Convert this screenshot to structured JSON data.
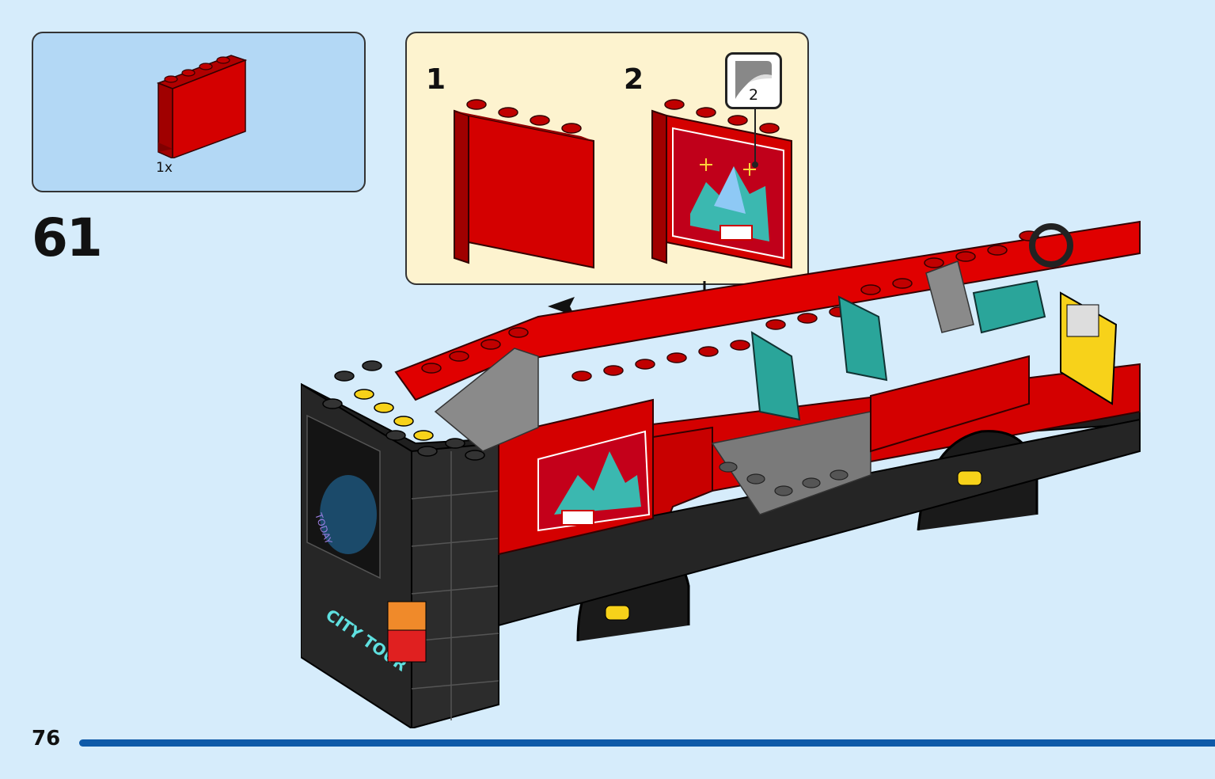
{
  "parts_list": {
    "quantity": "1x",
    "part": "red-panel-1x4x3-icon"
  },
  "step": {
    "number": "61"
  },
  "sub_assembly": {
    "step_1_label": "1",
    "step_2_label": "2",
    "sticker_number": "2"
  },
  "model_text": {
    "side_text_1": "TODAY",
    "side_text_2": "CITY TOUR"
  },
  "footer": {
    "page_number": "76"
  },
  "colors": {
    "background": "#d6ecfb",
    "parts_box": "#b3d8f5",
    "sub_box": "#fdf3cf",
    "brick_red": "#d40000",
    "progress": "#0f5aa8"
  }
}
